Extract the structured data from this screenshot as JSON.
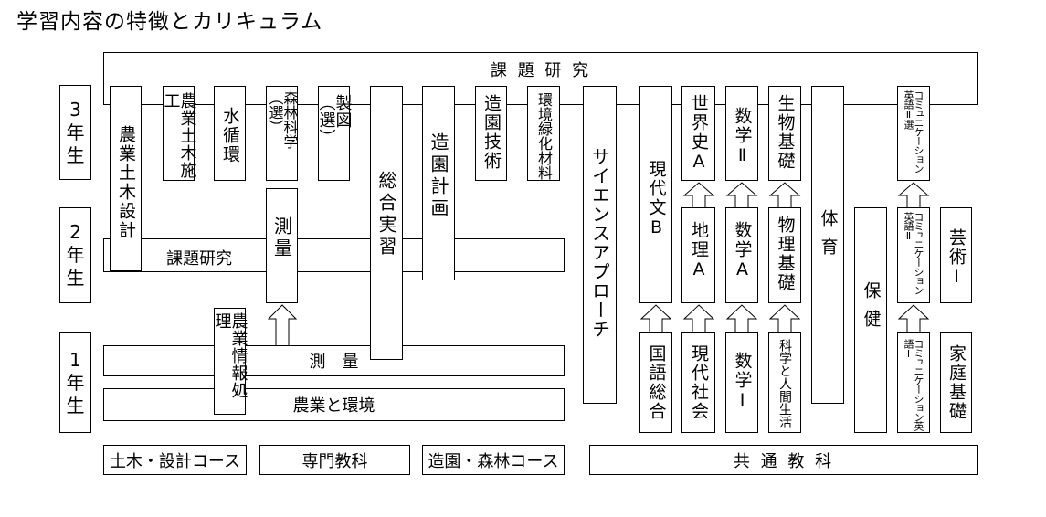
{
  "title": "学習内容の特徴とカリキュラム",
  "years": {
    "y3": [
      "3",
      "年",
      "生"
    ],
    "y2": [
      "2",
      "年",
      "生"
    ],
    "y1": [
      "1",
      "年",
      "生"
    ]
  },
  "bands": {
    "kadai_top": "課 題 研 究",
    "kadai_mid": "課題研究",
    "sokuryo_bottom": "測　量",
    "nogyo_kankyo": "農業と環境"
  },
  "subjects": {
    "nogyo_doboku_sekkei": "農業土木設計",
    "nogyo_doboku_seko": "農業土木施工",
    "mizu_junkan": "水循環",
    "shinrin_kagaku": "森林科学︵選︶",
    "seizu": "製図︵選︶",
    "sokuryo_y2": "測量",
    "nogyo_joho": "農業情報処理",
    "sogo_jisshu": "総合実習",
    "zoen_keikaku": "造園計画",
    "zoen_gijutsu": "造園技術",
    "kankyo_ryokka": "環境緑化材料",
    "science_approach": "サイエンスアプローチ",
    "gendaibun_b": "現代文B",
    "kokugo_sogo": "国語総合",
    "sekaishi_a": "世界史A",
    "chiri_a": "地理A",
    "gendai_shakai": "現代社会",
    "sugaku_2": "数学Ⅱ",
    "sugaku_a": "数学A",
    "sugaku_1": "数学Ⅰ",
    "seibutsu_kiso": "生物基礎",
    "butsuri_kiso": "物理基礎",
    "kagaku_ningen": "科学と人間生活",
    "taiiku": "体育",
    "hoken": "保健",
    "comm_2_sen": "コミュニケーション英語Ⅱ選",
    "comm_2": "コミュニケーション英語Ⅱ",
    "comm_1": "コミュニケーション英語Ⅰ",
    "geijutsu_1": "芸術Ⅰ",
    "katei_kiso": "家庭基礎"
  },
  "footer": {
    "doboku_course": "土木・設計コース",
    "senmon": "専門教科",
    "zoen_course": "造園・森林コース",
    "kyotsu": "共 通 教 科"
  }
}
